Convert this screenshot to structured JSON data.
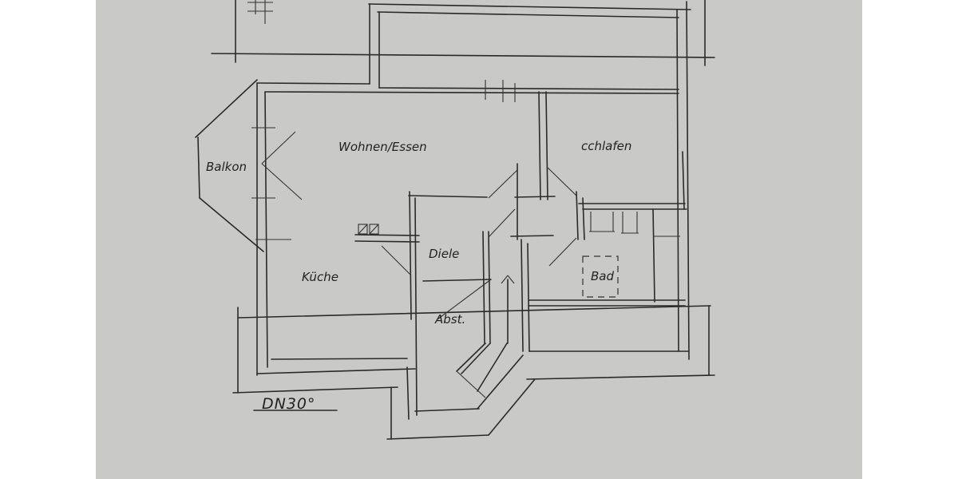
{
  "document": {
    "type": "hand-drawn floor plan sketch",
    "paper_color": "#c9c9c7",
    "ink_color": "#2a2a2a"
  },
  "rooms": [
    {
      "id": "wohnen",
      "label": "Wohnen/Essen"
    },
    {
      "id": "schlafen",
      "label": "cchlafen"
    },
    {
      "id": "balkon",
      "label": "Balkon"
    },
    {
      "id": "kueche",
      "label": "Küche"
    },
    {
      "id": "diele",
      "label": "Diele"
    },
    {
      "id": "bad",
      "label": "Bad"
    },
    {
      "id": "abst",
      "label": "Abst."
    }
  ],
  "annotations": {
    "roof_pitch": "DN30°"
  }
}
